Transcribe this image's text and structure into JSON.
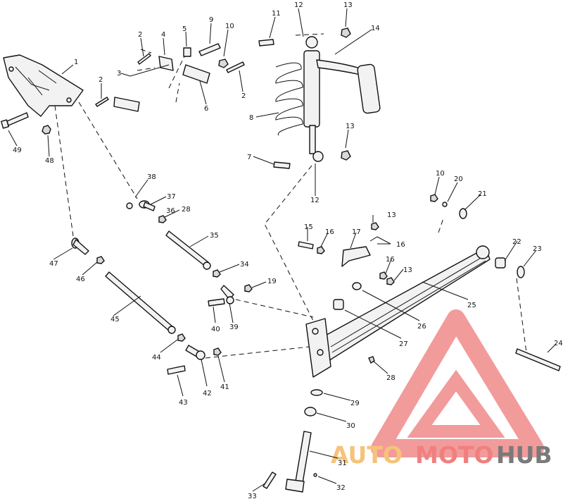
{
  "callouts": {
    "c1": "1",
    "c2a": "2",
    "c2b": "2",
    "c2c": "2",
    "c3": "3",
    "c4": "4",
    "c5": "5",
    "c6": "6",
    "c7": "7",
    "c8": "8",
    "c9": "9",
    "c10a": "10",
    "c10b": "10",
    "c11": "11",
    "c12a": "12",
    "c12b": "12",
    "c13a": "13",
    "c13b": "13",
    "c13c": "13",
    "c13d": "13",
    "c14": "14",
    "c15": "15",
    "c16a": "16",
    "c16b": "16",
    "c16c": "16",
    "c17": "17",
    "c19": "19",
    "c20": "20",
    "c21": "21",
    "c22": "22",
    "c23": "23",
    "c24": "24",
    "c25": "25",
    "c26": "26",
    "c27": "27",
    "c28a": "28",
    "c28b": "28",
    "c29": "29",
    "c30": "30",
    "c31": "31",
    "c32": "32",
    "c33": "33",
    "c34": "34",
    "c35": "35",
    "c36": "36",
    "c37": "37",
    "c38": "38",
    "c39": "39",
    "c40": "40",
    "c41": "41",
    "c42": "42",
    "c43": "43",
    "c44": "44",
    "c45": "45",
    "c46": "46",
    "c47": "47",
    "c48": "48",
    "c49": "49"
  },
  "watermark": {
    "word_part1": "AUTO",
    "word_part2": "MOTO",
    "word_part3": "HUB",
    "color_primary": "#f08080",
    "color_secondary": "#f5c37a",
    "color_dark": "#7a7a7a"
  }
}
